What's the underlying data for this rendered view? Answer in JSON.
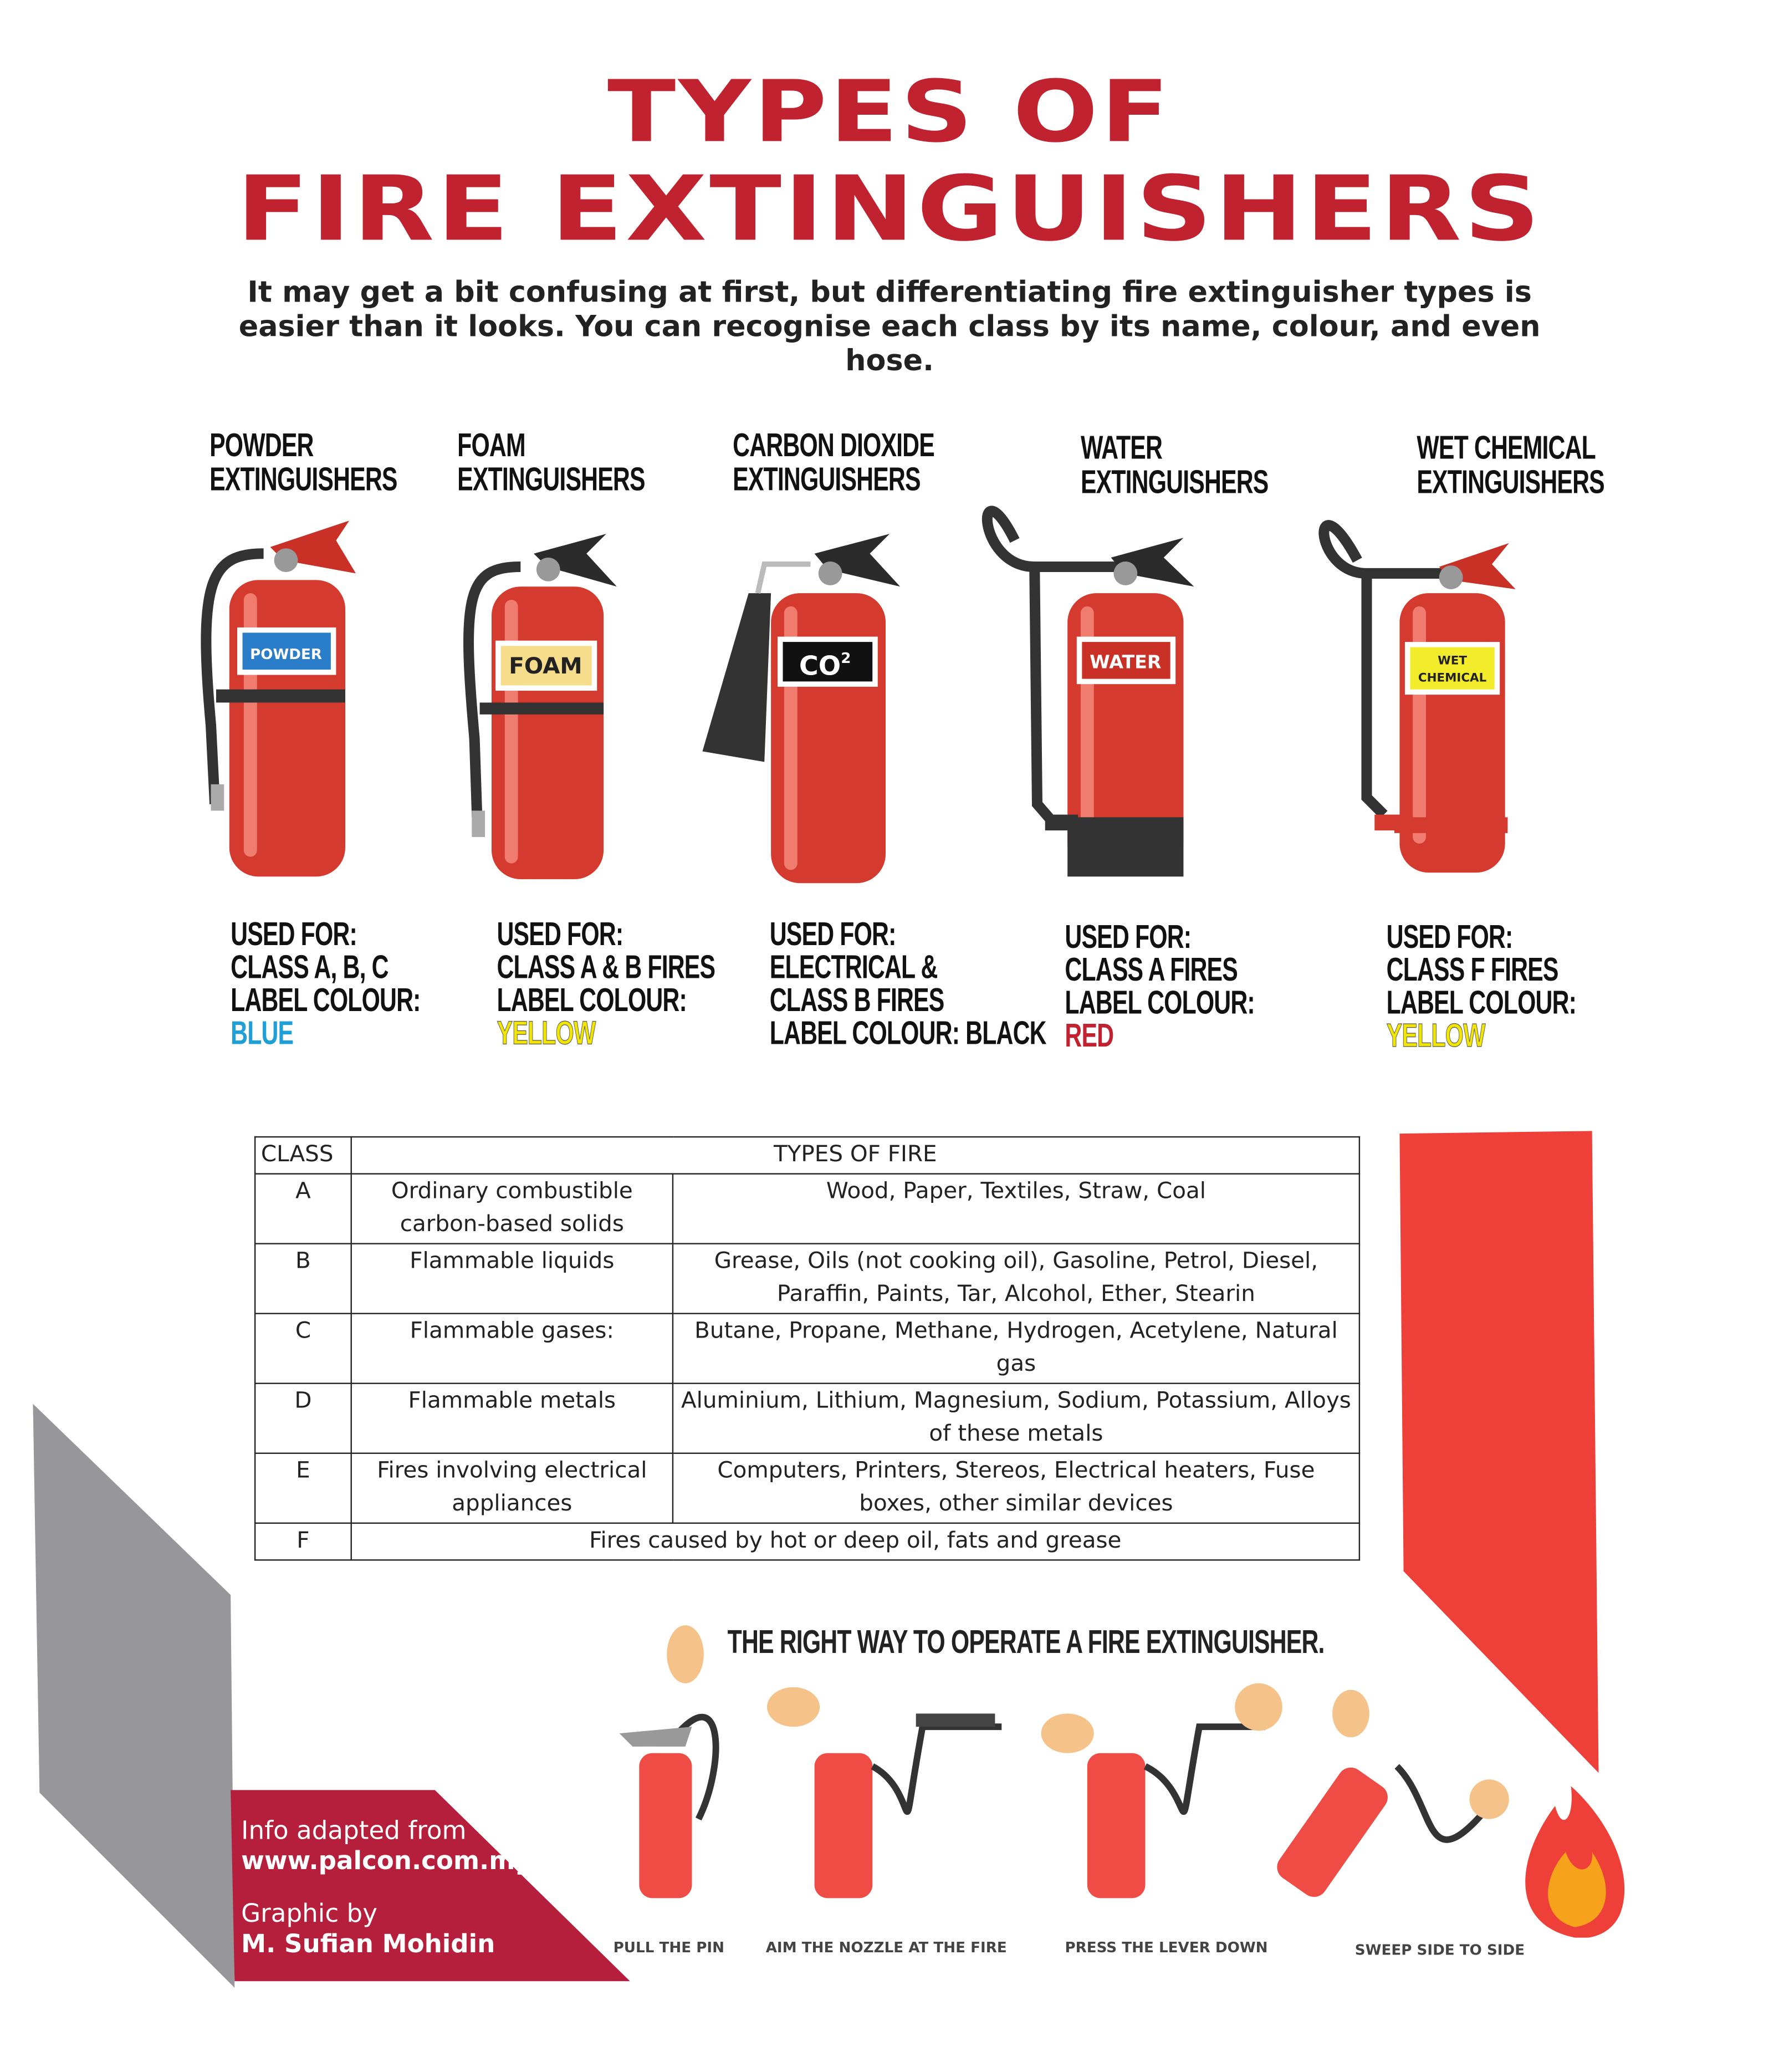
{
  "title": {
    "line1": "TYPES OF",
    "line2": "FIRE EXTINGUISHERS"
  },
  "intro": "It may get a bit confusing at first, but differentiating fire extinguisher types is easier than it looks. You can recognise each class by its name, colour, and even hose.",
  "extinguishers": [
    {
      "name_line1": "POWDER",
      "name_line2": "EXTINGUISHERS",
      "label": "POWDER",
      "used_for_label": "USED FOR:",
      "used_lines": [
        "CLASS A, B, C",
        "LABEL COLOUR:"
      ],
      "colour": "BLUE",
      "colour_hex": "#1e9fd8"
    },
    {
      "name_line1": "FOAM",
      "name_line2": "EXTINGUISHERS",
      "label": "FOAM",
      "used_for_label": "USED FOR:",
      "used_lines": [
        "CLASS A & B FIRES",
        "LABEL COLOUR:"
      ],
      "colour": "YELLOW",
      "colour_hex": "#f2e600"
    },
    {
      "name_line1": "CARBON DIOXIDE",
      "name_line2": "EXTINGUISHERS",
      "label": "CO",
      "label_sup": "2",
      "used_for_label": "USED FOR:",
      "used_lines": [
        "ELECTRICAL &",
        "CLASS B FIRES"
      ],
      "colour": "LABEL COLOUR: BLACK",
      "colour_hex": "#111111"
    },
    {
      "name_line1": "WATER",
      "name_line2": "EXTINGUISHERS",
      "label": "WATER",
      "used_for_label": "USED FOR:",
      "used_lines": [
        "CLASS A FIRES",
        "LABEL COLOUR:"
      ],
      "colour": "RED",
      "colour_hex": "#c1222f"
    },
    {
      "name_line1": "WET CHEMICAL",
      "name_line2": "EXTINGUISHERS",
      "label_line1": "WET",
      "label_line2": "CHEMICAL",
      "used_for_label": "USED FOR:",
      "used_lines": [
        "CLASS F FIRES",
        "LABEL COLOUR:"
      ],
      "colour": "YELLOW",
      "colour_hex": "#f2e600"
    }
  ],
  "table": {
    "headers": [
      "CLASS",
      "TYPES OF FIRE"
    ],
    "rows": [
      {
        "cls": "A",
        "category": "Ordinary combustible carbon-based solids",
        "examples": "Wood, Paper, Textiles, Straw, Coal"
      },
      {
        "cls": "B",
        "category": "Flammable liquids",
        "examples": "Grease, Oils (not cooking oil), Gasoline, Petrol, Diesel, Paraffin, Paints, Tar, Alcohol, Ether, Stearin"
      },
      {
        "cls": "C",
        "category": "Flammable gases:",
        "examples": "Butane, Propane, Methane, Hydrogen, Acetylene, Natural gas"
      },
      {
        "cls": "D",
        "category": "Flammable metals",
        "examples": "Aluminium, Lithium, Magnesium, Sodium, Potassium, Alloys of these metals"
      },
      {
        "cls": "E",
        "category": "Fires involving electrical appliances",
        "examples": "Computers, Printers, Stereos, Electrical heaters, Fuse boxes, other similar devices"
      },
      {
        "cls": "F",
        "category_examples": "Fires caused by hot or deep oil, fats and grease"
      }
    ]
  },
  "operate": {
    "heading": "THE RIGHT WAY TO OPERATE A FIRE EXTINGUISHER.",
    "steps": [
      "PULL THE PIN",
      "AIM THE NOZZLE AT THE FIRE",
      "PRESS THE LEVER DOWN",
      "SWEEP SIDE TO SIDE"
    ]
  },
  "credits": {
    "info_label": "Info adapted from",
    "info_source": "www.palcon.com.my",
    "graphic_label": "Graphic by",
    "graphic_author": "M. Sufian Mohidin"
  },
  "colors": {
    "brand_red": "#c1222f",
    "panel_red": "#ee3f38",
    "grey": "#97979b",
    "credit_bg": "#b51f3b"
  }
}
